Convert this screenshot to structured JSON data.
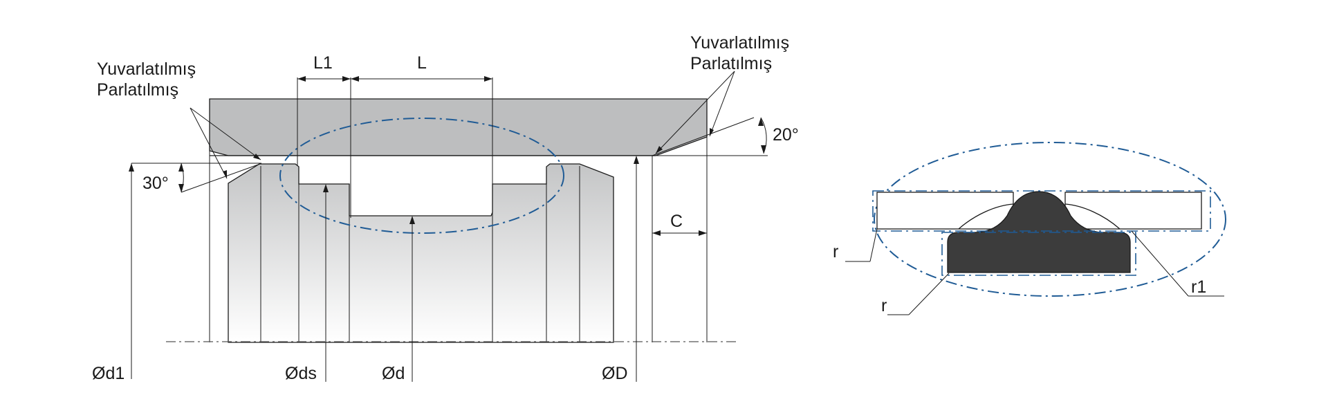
{
  "labels": {
    "rounded_left_1": "Yuvarlatılmış",
    "rounded_left_2": "Parlatılmış",
    "rounded_right_1": "Yuvarlatılmış",
    "rounded_right_2": "Parlatılmış",
    "L1": "L1",
    "L": "L",
    "angle_30": "30°",
    "angle_20": "20°",
    "C": "C",
    "d1": "Ød1",
    "ds": "Øds",
    "d": "Ød",
    "D": "ØD",
    "r_upper": "r",
    "r_lower": "r",
    "r1": "r1"
  },
  "colors": {
    "housing_fill": "#bdbebf",
    "seal_fill": "#3c3c3c",
    "highlight": "#1f5b95"
  }
}
